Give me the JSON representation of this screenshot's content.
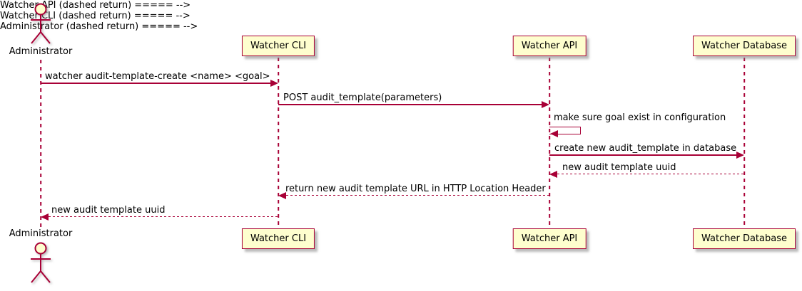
{
  "diagram": {
    "type": "sequence",
    "background": "#ffffff",
    "accent_color": "#A80036",
    "participant_fill": "#FEFECE",
    "shadow_color": "#888888"
  },
  "actor": {
    "name": "Administrator"
  },
  "participants": [
    {
      "label": "Watcher CLI"
    },
    {
      "label": "Watcher API"
    },
    {
      "label": "Watcher Database"
    }
  ],
  "messages": [
    {
      "label": "watcher audit-template-create <name> <goal>",
      "from": "Administrator",
      "to": "Watcher CLI",
      "style": "solid"
    },
    {
      "label": "POST audit_template(parameters)",
      "from": "Watcher CLI",
      "to": "Watcher API",
      "style": "solid"
    },
    {
      "label": "make sure goal exist in configuration",
      "from": "Watcher API",
      "to": "Watcher API",
      "style": "self"
    },
    {
      "label": "create new audit_template in database",
      "from": "Watcher API",
      "to": "Watcher Database",
      "style": "solid"
    },
    {
      "label": "new audit template uuid",
      "from": "Watcher Database",
      "to": "Watcher API",
      "style": "dashed"
    },
    {
      "label": "return new audit template URL in HTTP Location Header",
      "from": "Watcher API",
      "to": "Watcher CLI",
      "style": "dashed"
    },
    {
      "label": "new audit template uuid",
      "from": "Watcher CLI",
      "to": "Administrator",
      "style": "dashed"
    }
  ]
}
